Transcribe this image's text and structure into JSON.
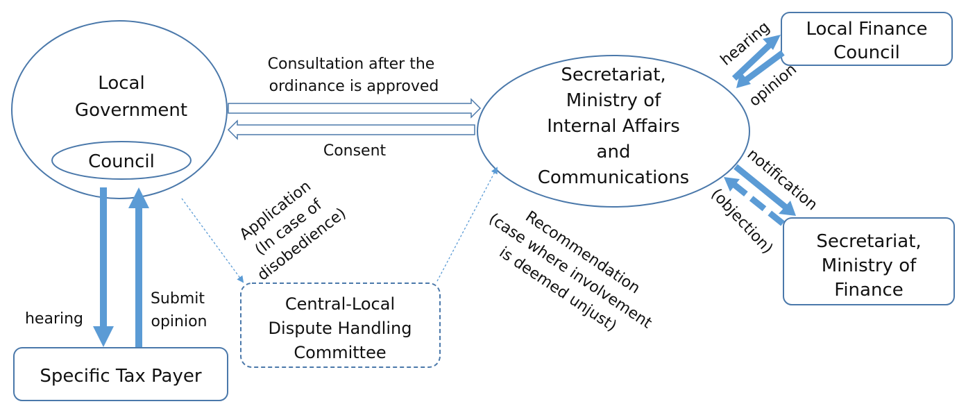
{
  "colors": {
    "outline": "#4a78aa",
    "arrow": "#5b9bd5",
    "text": "#111111"
  },
  "nodes": {
    "local_government": {
      "lines": [
        "Local",
        "Government"
      ]
    },
    "council": {
      "label": "Council"
    },
    "secretariat_miac": {
      "lines": [
        "Secretariat,",
        "Ministry of",
        "Internal Affairs",
        "and",
        "Communications"
      ]
    },
    "local_finance_council": {
      "lines": [
        "Local Finance",
        "Council"
      ]
    },
    "secretariat_mof": {
      "lines": [
        "Secretariat,",
        "Ministry of",
        "Finance"
      ]
    },
    "specific_tax_payer": {
      "label": "Specific Tax Payer"
    },
    "dispute_committee": {
      "lines": [
        "Central-Local",
        "Dispute Handling",
        "Committee"
      ]
    }
  },
  "edges": {
    "consultation": {
      "lines": [
        "Consultation after the",
        "ordinance is approved"
      ]
    },
    "consent": {
      "label": "Consent"
    },
    "hearing_taxpayer": {
      "label": "hearing"
    },
    "submit_opinion": {
      "lines": [
        "Submit",
        "opinion"
      ]
    },
    "application": {
      "lines": [
        "Application",
        "(In case of",
        "disobedience)"
      ]
    },
    "recommendation": {
      "lines": [
        "Recommendation",
        "(case where involvement",
        "is deemed unjust)"
      ]
    },
    "hearing_lfc": {
      "label": "hearing"
    },
    "opinion_lfc": {
      "label": "opinion"
    },
    "notification": {
      "label": "notification"
    },
    "objection": {
      "label": "(objection)"
    }
  }
}
